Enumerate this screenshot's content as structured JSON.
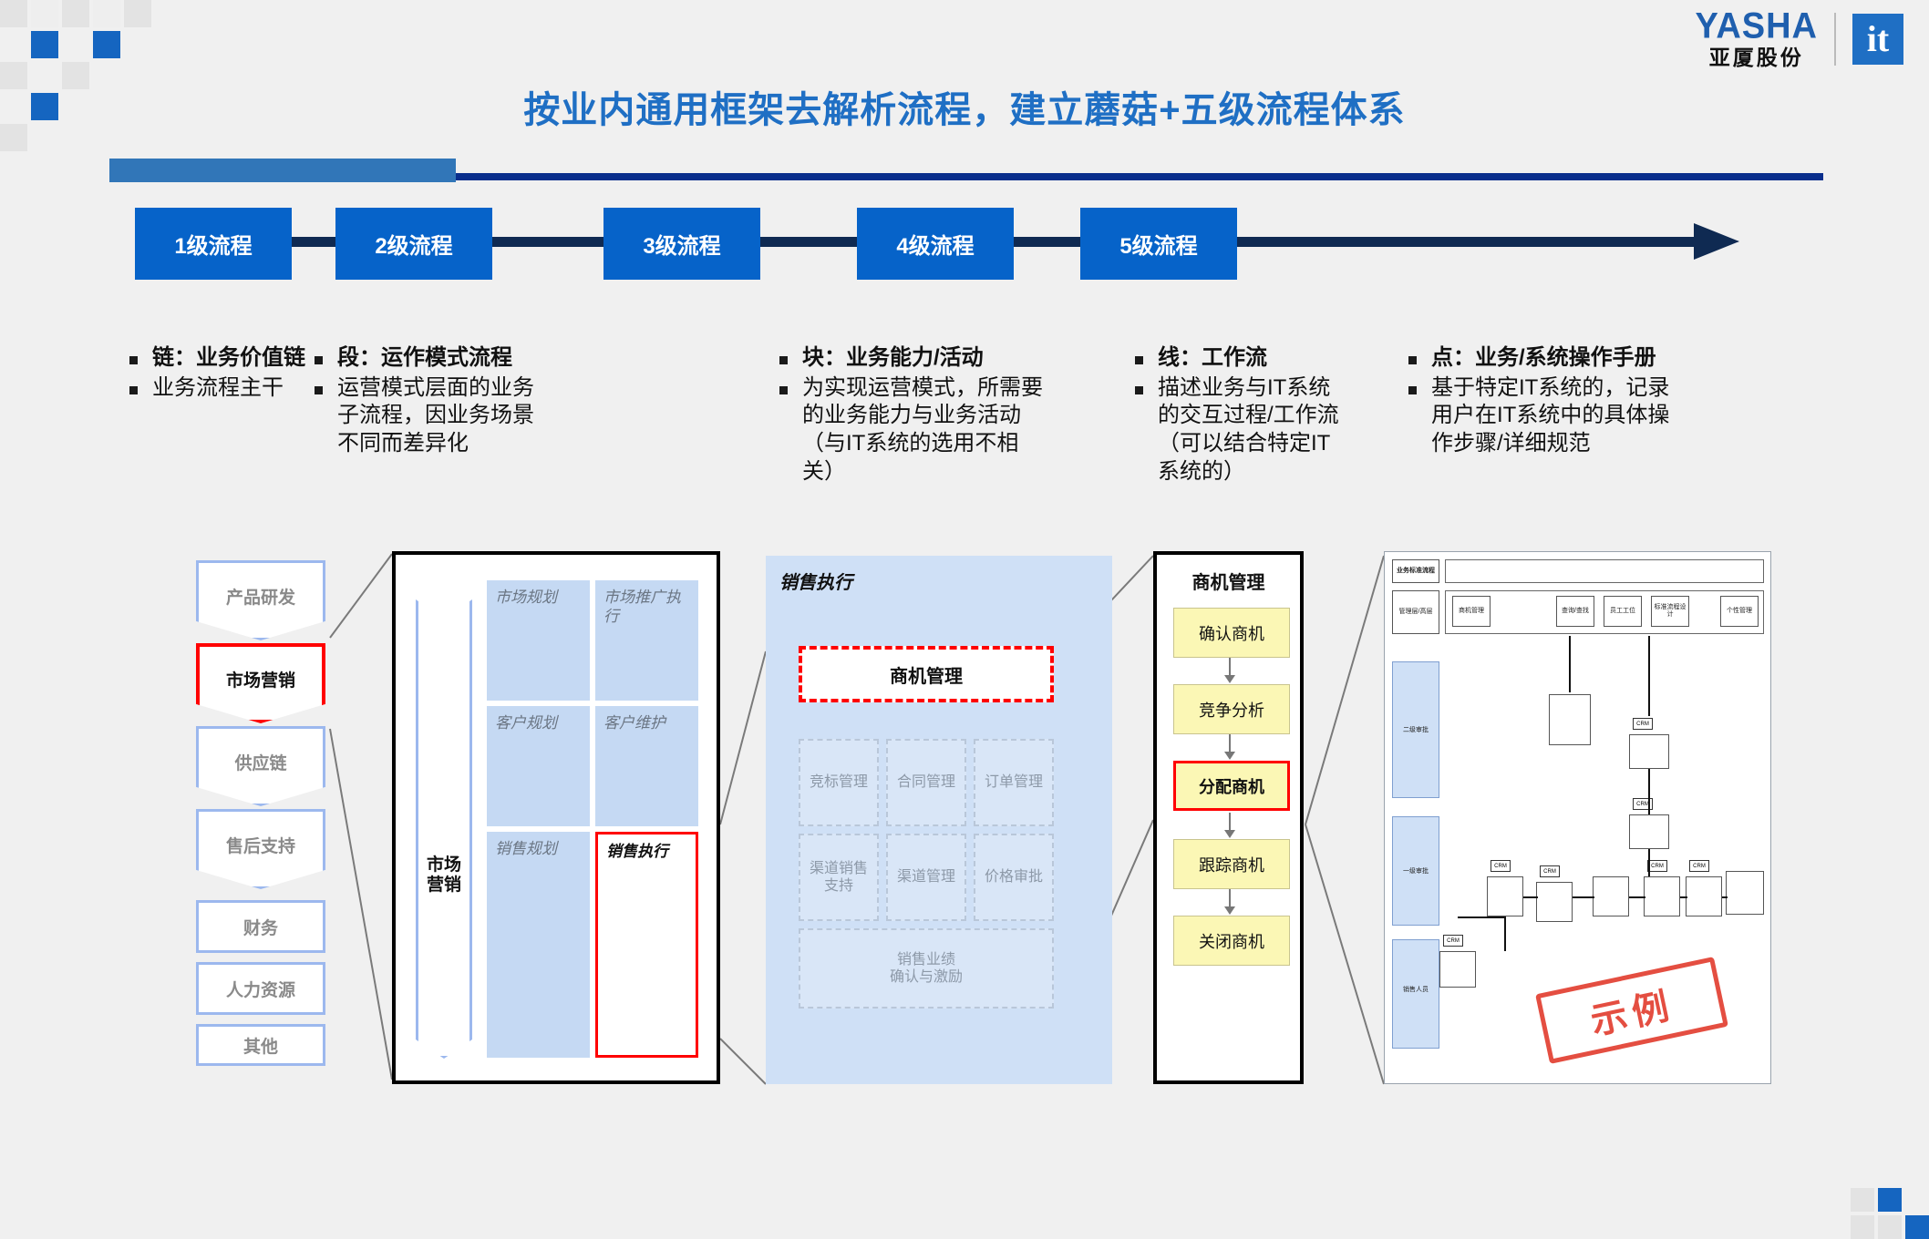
{
  "brand": {
    "name_en": "YASHA",
    "name_cn": "亚厦股份",
    "badge": "it"
  },
  "header": {
    "title": "按业内通用框架去解析流程，建立蘑菇+五级流程体系"
  },
  "levels": [
    {
      "label": "1级流程"
    },
    {
      "label": "2级流程"
    },
    {
      "label": "3级流程"
    },
    {
      "label": "4级流程"
    },
    {
      "label": "5级流程"
    }
  ],
  "columns": [
    {
      "bullets": [
        {
          "text": "链：业务价值链",
          "bold": true
        },
        {
          "text": "业务流程主干",
          "bold": false
        }
      ]
    },
    {
      "bullets": [
        {
          "text": "段：运作模式流程",
          "bold": true
        },
        {
          "text": "运营模式层面的业务子流程，因业务场景不同而差异化",
          "bold": false
        }
      ]
    },
    {
      "bullets": [
        {
          "text": "块：业务能力/活动",
          "bold": true
        },
        {
          "text": "为实现运营模式，所需要的业务能力与业务活动（与IT系统的选用不相关）",
          "bold": false
        }
      ]
    },
    {
      "bullets": [
        {
          "text": "线：工作流",
          "bold": true
        },
        {
          "text": "描述业务与IT系统的交互过程/工作流（可以结合特定IT系统的）",
          "bold": false
        }
      ]
    },
    {
      "bullets": [
        {
          "text": "点：业务/系统操作手册",
          "bold": true
        },
        {
          "text": "基于特定IT系统的，记录用户在IT系统中的具体操作步骤/详细规范",
          "bold": false
        }
      ]
    }
  ],
  "value_chain": {
    "items": [
      {
        "label": "产品研发",
        "shape": "chevron",
        "highlight": false
      },
      {
        "label": "市场营销",
        "shape": "chevron",
        "highlight": true
      },
      {
        "label": "供应链",
        "shape": "chevron",
        "highlight": false
      },
      {
        "label": "售后支持",
        "shape": "chevron",
        "highlight": false
      },
      {
        "label": "财务",
        "shape": "box",
        "highlight": false
      },
      {
        "label": "人力资源",
        "shape": "box",
        "highlight": false
      },
      {
        "label": "其他",
        "shape": "box",
        "highlight": false
      }
    ]
  },
  "panel_level2": {
    "spine_label": "市场\n营销",
    "cells": [
      {
        "label": "市场规划",
        "highlight": false
      },
      {
        "label": "市场推广执行",
        "highlight": false
      },
      {
        "label": "客户规划",
        "highlight": false
      },
      {
        "label": "客户维护",
        "highlight": false
      },
      {
        "label": "销售规划",
        "highlight": false
      },
      {
        "label": "销售执行",
        "highlight": true
      }
    ]
  },
  "panel_level3": {
    "title": "销售执行",
    "highlight_cell": "商机管理",
    "cells": [
      "竞标管理",
      "合同管理",
      "订单管理",
      "渠道销售支持",
      "渠道管理",
      "价格审批",
      "销售业绩\n确认与激励"
    ]
  },
  "panel_level4": {
    "title": "商机管理",
    "nodes": [
      {
        "label": "确认商机",
        "highlight": false
      },
      {
        "label": "竞争分析",
        "highlight": false
      },
      {
        "label": "分配商机",
        "highlight": true
      },
      {
        "label": "跟踪商机",
        "highlight": false
      },
      {
        "label": "关闭商机",
        "highlight": false
      }
    ]
  },
  "panel_level5": {
    "header": "业务标准流程",
    "stamp": "示例",
    "swimlanes": [
      "管理层/高层",
      "二级审批",
      "一级审批",
      "销售人员"
    ],
    "top_boxes": [
      "商机管理",
      "查询/查找",
      "员工工位",
      "标准流程设计",
      "个性管理"
    ],
    "crm_tags": [
      "CRM",
      "CRM",
      "CRM",
      "CRM",
      "CRM",
      "CRM",
      "CRM"
    ]
  },
  "colors": {
    "accent_blue": "#0663C9",
    "title_blue": "#1F6FC4",
    "navy": "#0F2A52",
    "highlight_red": "#FF0000",
    "panel_light_blue": "#CFE0F6",
    "cell_blue": "#C5D9F3",
    "node_yellow": "#FBF7B5"
  }
}
